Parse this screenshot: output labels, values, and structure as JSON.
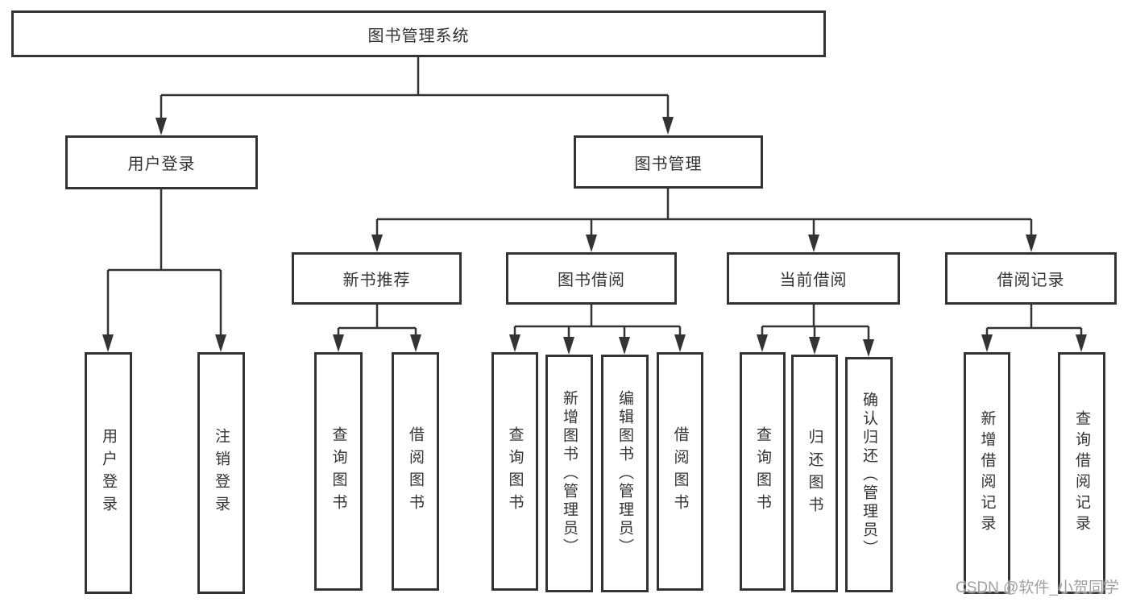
{
  "tree": {
    "root": {
      "label": "图书管理系统"
    },
    "branches": [
      {
        "label": "用户登录",
        "children": [
          {
            "label": "用户登录"
          },
          {
            "label": "注销登录"
          }
        ]
      },
      {
        "label": "图书管理",
        "groups": [
          {
            "label": "新书推荐",
            "children": [
              {
                "label": "查询图书"
              },
              {
                "label": "借阅图书"
              }
            ]
          },
          {
            "label": "图书借阅",
            "children": [
              {
                "label": "查询图书"
              },
              {
                "label": "新增图书（管理员）"
              },
              {
                "label": "编辑图书（管理员）"
              },
              {
                "label": "借阅图书"
              }
            ]
          },
          {
            "label": "当前借阅",
            "children": [
              {
                "label": "查询图书"
              },
              {
                "label": "归还图书"
              },
              {
                "label": "确认归还（管理员）"
              }
            ]
          },
          {
            "label": "借阅记录",
            "children": [
              {
                "label": "新增借阅记录"
              },
              {
                "label": "查询借阅记录"
              }
            ]
          }
        ]
      }
    ]
  },
  "watermark": {
    "text": "CSDN @软件_小贺同学"
  },
  "colors": {
    "line": "#333333",
    "text": "#333333",
    "watermark": "#969696",
    "background": "#ffffff"
  }
}
